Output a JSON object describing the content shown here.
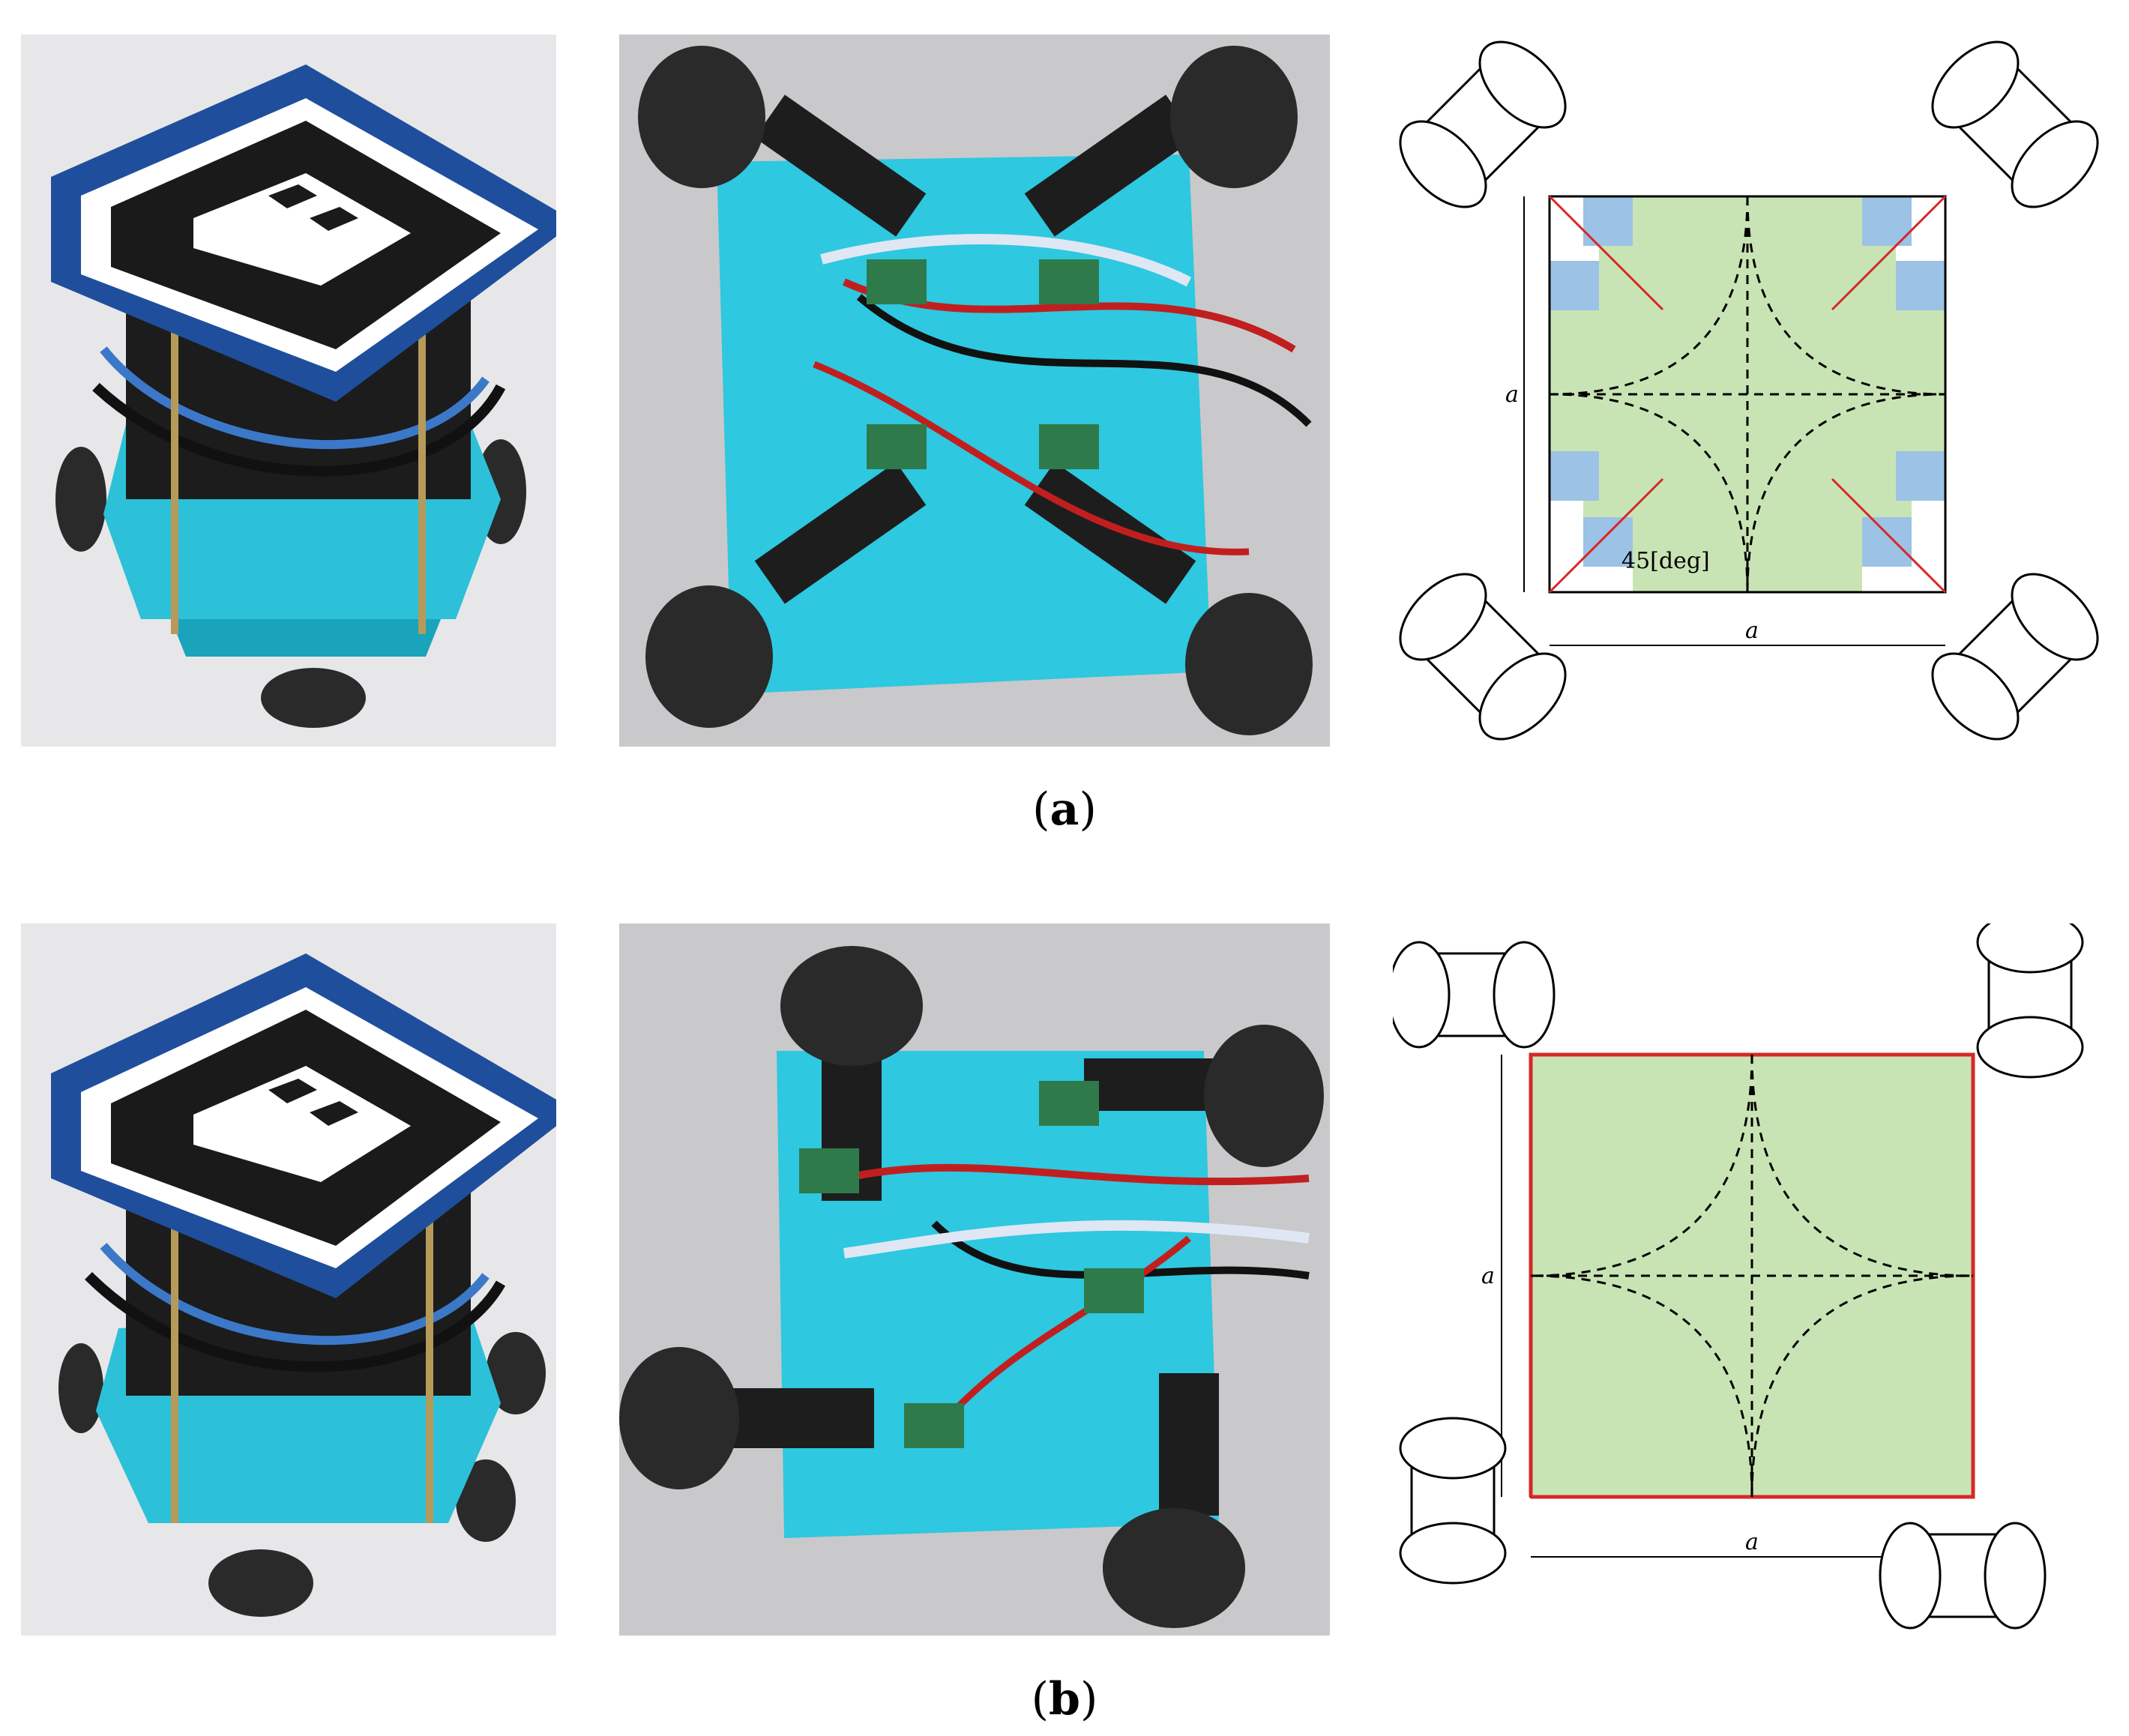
{
  "figure": {
    "labels": {
      "a": "a",
      "b": "b"
    },
    "diagram_text": {
      "side_length": "a",
      "angle": "45[deg]"
    }
  },
  "colors": {
    "green_zone": "#c9e4b4",
    "blue_cell": "#9cc2e5",
    "red_line": "#d62828",
    "plate": "#33c6dd",
    "marker_frame": "#1f4f9c"
  }
}
